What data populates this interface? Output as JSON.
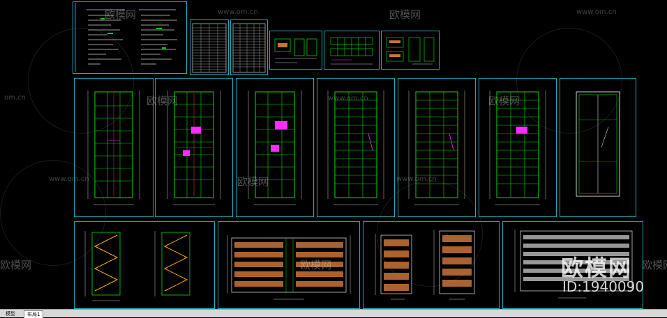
{
  "watermark": {
    "brand": "欧模网",
    "url": "www.om.cn",
    "short_url": "om.cn"
  },
  "brand_logo": {
    "text": "欧模网",
    "id_label": "ID:1940090"
  },
  "tabs": [
    {
      "label": "模型",
      "active": false
    },
    {
      "label": "布局1",
      "active": true
    }
  ],
  "colors": {
    "frame": "#1fa9b8",
    "wall": "#00e000",
    "accent": "#ff2cff",
    "elevation_fill": "#c8743a",
    "dimension": "#ffffff"
  }
}
